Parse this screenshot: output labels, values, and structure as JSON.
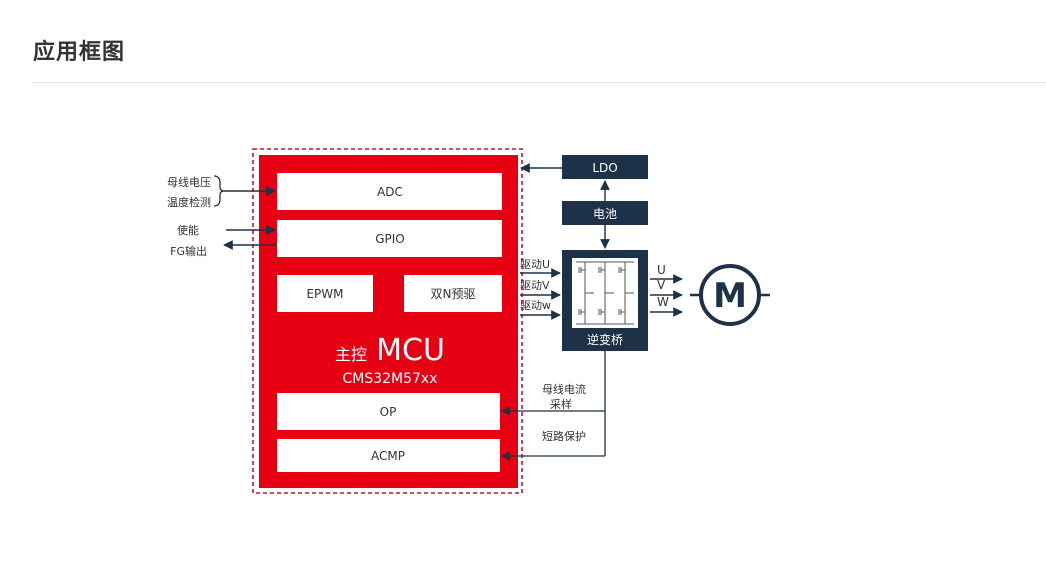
{
  "page": {
    "title": "应用框图"
  },
  "diagram": {
    "left_inputs": {
      "bus_voltage": "母线电压",
      "temp_detect": "温度检测",
      "enable": "使能",
      "fg_output": "FG输出"
    },
    "mcu": {
      "title_prefix": "主控",
      "title_main": "MCU",
      "model": "CMS32M57xx",
      "blocks": {
        "adc": "ADC",
        "gpio": "GPIO",
        "epwm": "EPWM",
        "dual_n_driver": "双N预驱",
        "op": "OP",
        "acmp": "ACMP"
      }
    },
    "ldo": "LDO",
    "battery": "电池",
    "inverter": "逆变桥",
    "drive_signals": [
      "驱动U",
      "驱动V",
      "驱动w"
    ],
    "phases": [
      "U",
      "V",
      "W"
    ],
    "motor_symbol": "M",
    "feedback": {
      "bus_current_line1": "母线电流",
      "bus_current_line2": "采样",
      "short_protect": "短路保护"
    },
    "colors": {
      "mcu_red": "#e60012",
      "navy": "#1d3249",
      "dashed_border": "#c8102e",
      "text": "#333333"
    }
  }
}
